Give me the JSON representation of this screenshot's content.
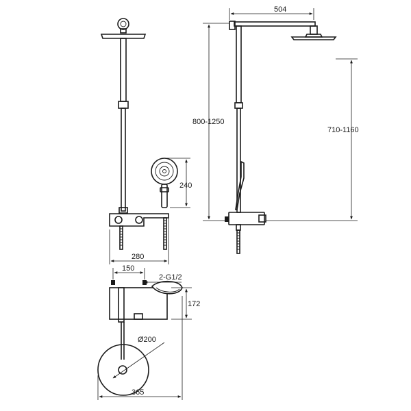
{
  "dimensions": {
    "overhead_arm_length": "504",
    "total_height_range": "800-1250",
    "head_height_range": "710-1160",
    "hand_shower_height": "240",
    "mixer_body_width": "280",
    "inlet_spacing": "150",
    "inlet_thread": "2-G1/2",
    "mixer_depth": "172",
    "overhead_diameter": "Ø200",
    "overall_depth": "365"
  }
}
